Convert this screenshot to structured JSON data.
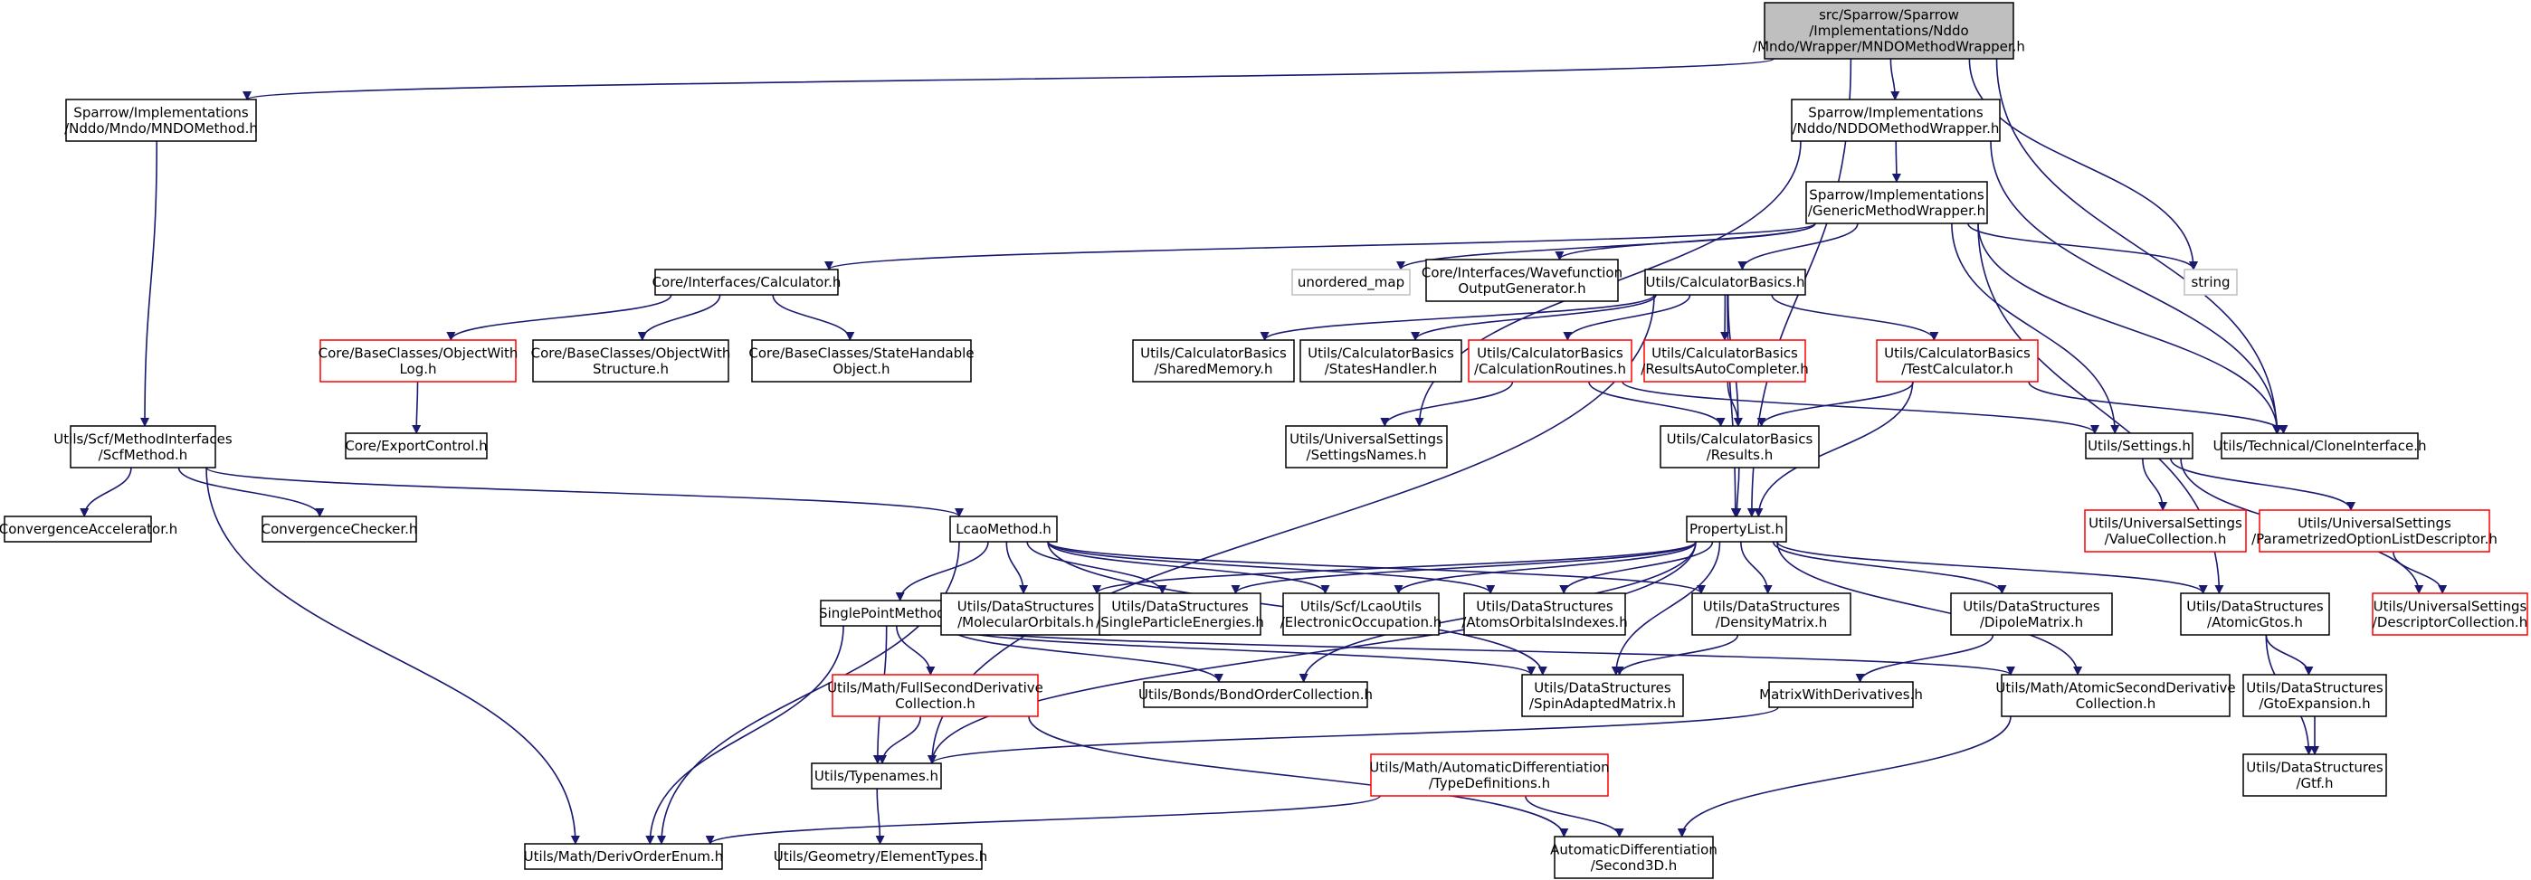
{
  "colors": {
    "edge": "#191970",
    "normal_border": "#000000",
    "missing_border": "#ff0000",
    "external_border": "#bfbfbf",
    "root_fill": "#bfbfbf",
    "node_fill": "#ffffff"
  },
  "nodes": [
    {
      "id": "root",
      "lines": [
        "src/Sparrow/Sparrow",
        "/Implementations/Nddo",
        "/Mndo/Wrapper/MNDOMethodWrapper.h"
      ],
      "kind": "root"
    },
    {
      "id": "mndo_method",
      "lines": [
        "Sparrow/Implementations",
        "/Nddo/Mndo/MNDOMethod.h"
      ],
      "kind": "normal"
    },
    {
      "id": "nddo_wrapper",
      "lines": [
        "Sparrow/Implementations",
        "/Nddo/NDDOMethodWrapper.h"
      ],
      "kind": "normal"
    },
    {
      "id": "generic_wrapper",
      "lines": [
        "Sparrow/Implementations",
        "/GenericMethodWrapper.h"
      ],
      "kind": "normal"
    },
    {
      "id": "calculator",
      "lines": [
        "Core/Interfaces/Calculator.h"
      ],
      "kind": "normal"
    },
    {
      "id": "unordered_map",
      "lines": [
        "unordered_map"
      ],
      "kind": "external"
    },
    {
      "id": "wavefunction",
      "lines": [
        "Core/Interfaces/Wavefunction",
        "OutputGenerator.h"
      ],
      "kind": "normal"
    },
    {
      "id": "calc_basics",
      "lines": [
        "Utils/CalculatorBasics.h"
      ],
      "kind": "normal"
    },
    {
      "id": "string",
      "lines": [
        "string"
      ],
      "kind": "external"
    },
    {
      "id": "obj_log",
      "lines": [
        "Core/BaseClasses/ObjectWith",
        "Log.h"
      ],
      "kind": "missing"
    },
    {
      "id": "obj_struct",
      "lines": [
        "Core/BaseClasses/ObjectWith",
        "Structure.h"
      ],
      "kind": "normal"
    },
    {
      "id": "state_handable",
      "lines": [
        "Core/BaseClasses/StateHandable",
        "Object.h"
      ],
      "kind": "normal"
    },
    {
      "id": "shared_memory",
      "lines": [
        "Utils/CalculatorBasics",
        "/SharedMemory.h"
      ],
      "kind": "normal"
    },
    {
      "id": "states_handler",
      "lines": [
        "Utils/CalculatorBasics",
        "/StatesHandler.h"
      ],
      "kind": "normal"
    },
    {
      "id": "calc_routines",
      "lines": [
        "Utils/CalculatorBasics",
        "/CalculationRoutines.h"
      ],
      "kind": "missing"
    },
    {
      "id": "results_auto",
      "lines": [
        "Utils/CalculatorBasics",
        "/ResultsAutoCompleter.h"
      ],
      "kind": "missing"
    },
    {
      "id": "test_calc",
      "lines": [
        "Utils/CalculatorBasics",
        "/TestCalculator.h"
      ],
      "kind": "missing"
    },
    {
      "id": "export_control",
      "lines": [
        "Core/ExportControl.h"
      ],
      "kind": "normal"
    },
    {
      "id": "scf_method",
      "lines": [
        "Utils/Scf/MethodInterfaces",
        "/ScfMethod.h"
      ],
      "kind": "normal"
    },
    {
      "id": "settings_names",
      "lines": [
        "Utils/UniversalSettings",
        "/SettingsNames.h"
      ],
      "kind": "normal"
    },
    {
      "id": "results",
      "lines": [
        "Utils/CalculatorBasics",
        "/Results.h"
      ],
      "kind": "normal"
    },
    {
      "id": "settings",
      "lines": [
        "Utils/Settings.h"
      ],
      "kind": "normal"
    },
    {
      "id": "clone_interface",
      "lines": [
        "Utils/Technical/CloneInterface.h"
      ],
      "kind": "normal"
    },
    {
      "id": "scf_conv_acc",
      "lines": [
        "ScfConvergenceAccelerator.h"
      ],
      "kind": "normal"
    },
    {
      "id": "conv_checker",
      "lines": [
        "ConvergenceChecker.h"
      ],
      "kind": "normal"
    },
    {
      "id": "lcao_method",
      "lines": [
        "LcaoMethod.h"
      ],
      "kind": "normal"
    },
    {
      "id": "property_list",
      "lines": [
        "PropertyList.h"
      ],
      "kind": "normal"
    },
    {
      "id": "value_collection",
      "lines": [
        "Utils/UniversalSettings",
        "/ValueCollection.h"
      ],
      "kind": "missing"
    },
    {
      "id": "param_option",
      "lines": [
        "Utils/UniversalSettings",
        "/ParametrizedOptionListDescriptor.h"
      ],
      "kind": "missing"
    },
    {
      "id": "descriptor_coll",
      "lines": [
        "Utils/UniversalSettings",
        "/DescriptorCollection.h"
      ],
      "kind": "missing"
    },
    {
      "id": "single_point",
      "lines": [
        "SinglePointMethod.h"
      ],
      "kind": "normal"
    },
    {
      "id": "molecular_orbitals",
      "lines": [
        "Utils/DataStructures",
        "/MolecularOrbitals.h"
      ],
      "kind": "normal"
    },
    {
      "id": "single_particle",
      "lines": [
        "Utils/DataStructures",
        "/SingleParticleEnergies.h"
      ],
      "kind": "normal"
    },
    {
      "id": "electronic_occ",
      "lines": [
        "Utils/Scf/LcaoUtils",
        "/ElectronicOccupation.h"
      ],
      "kind": "normal"
    },
    {
      "id": "atoms_orbitals",
      "lines": [
        "Utils/DataStructures",
        "/AtomsOrbitalsIndexes.h"
      ],
      "kind": "normal"
    },
    {
      "id": "density_matrix",
      "lines": [
        "Utils/DataStructures",
        "/DensityMatrix.h"
      ],
      "kind": "normal"
    },
    {
      "id": "dipole_matrix",
      "lines": [
        "Utils/DataStructures",
        "/DipoleMatrix.h"
      ],
      "kind": "normal"
    },
    {
      "id": "atomic_gtos",
      "lines": [
        "Utils/DataStructures",
        "/AtomicGtos.h"
      ],
      "kind": "normal"
    },
    {
      "id": "full_second",
      "lines": [
        "Utils/Math/FullSecondDerivative",
        "Collection.h"
      ],
      "kind": "missing"
    },
    {
      "id": "bond_order",
      "lines": [
        "Utils/Bonds/BondOrderCollection.h"
      ],
      "kind": "normal"
    },
    {
      "id": "spin_adapted",
      "lines": [
        "Utils/DataStructures",
        "/SpinAdaptedMatrix.h"
      ],
      "kind": "normal"
    },
    {
      "id": "matrix_derivs",
      "lines": [
        "MatrixWithDerivatives.h"
      ],
      "kind": "normal"
    },
    {
      "id": "atomic_second",
      "lines": [
        "Utils/Math/AtomicSecondDerivative",
        "Collection.h"
      ],
      "kind": "normal"
    },
    {
      "id": "gto_expansion",
      "lines": [
        "Utils/DataStructures",
        "/GtoExpansion.h"
      ],
      "kind": "normal"
    },
    {
      "id": "typenames",
      "lines": [
        "Utils/Typenames.h"
      ],
      "kind": "normal"
    },
    {
      "id": "type_definitions",
      "lines": [
        "Utils/Math/AutomaticDifferentiation",
        "/TypeDefinitions.h"
      ],
      "kind": "missing"
    },
    {
      "id": "gtf",
      "lines": [
        "Utils/DataStructures",
        "/Gtf.h"
      ],
      "kind": "normal"
    },
    {
      "id": "deriv_order",
      "lines": [
        "Utils/Math/DerivOrderEnum.h"
      ],
      "kind": "normal"
    },
    {
      "id": "element_types",
      "lines": [
        "Utils/Geometry/ElementTypes.h"
      ],
      "kind": "normal"
    },
    {
      "id": "second3d",
      "lines": [
        "AutomaticDifferentiation",
        "/Second3D.h"
      ],
      "kind": "normal"
    }
  ]
}
